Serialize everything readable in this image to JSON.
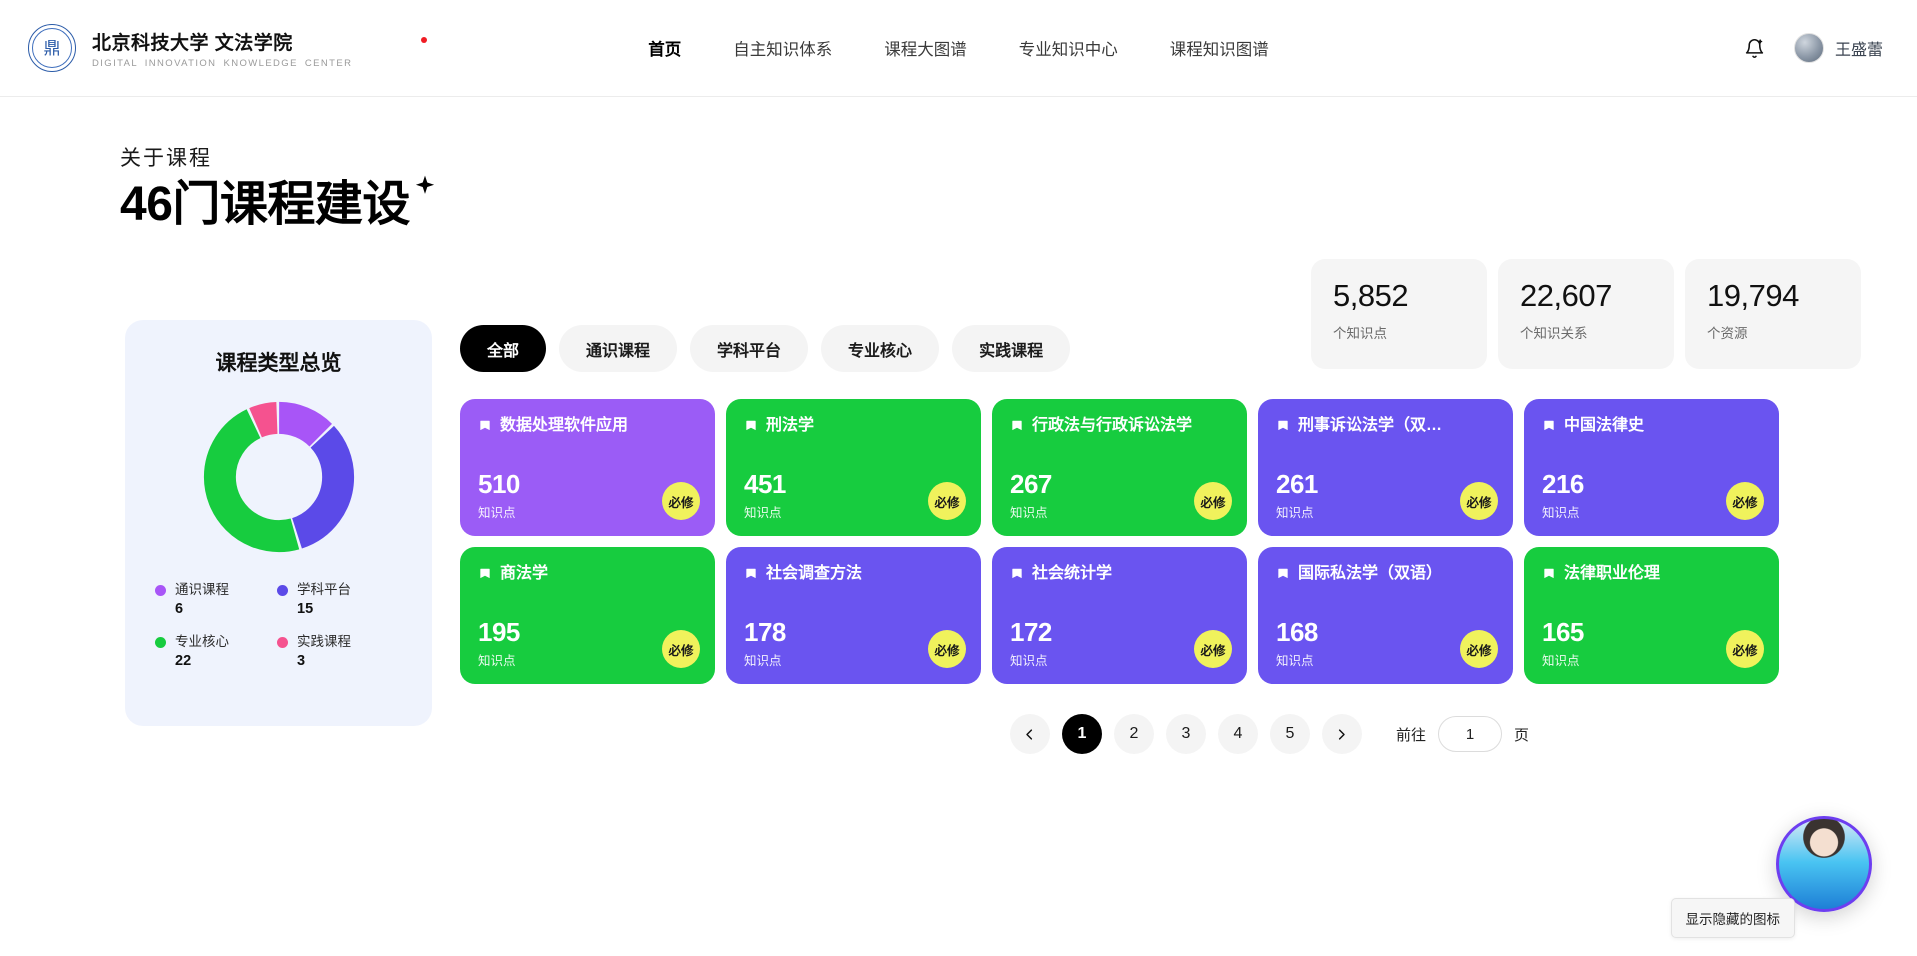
{
  "header": {
    "logo_icon": "university-seal-icon",
    "brand_title": "北京科技大学 文法学院",
    "brand_subtitle": "DIGITAL  INNOVATION  KNOWLEDGE  CENTER",
    "notification_dot": "red-dot",
    "nav": [
      {
        "label": "首页",
        "active": true
      },
      {
        "label": "自主知识体系",
        "active": false
      },
      {
        "label": "课程大图谱",
        "active": false
      },
      {
        "label": "专业知识中心",
        "active": false
      },
      {
        "label": "课程知识图谱",
        "active": false
      }
    ],
    "bell_icon": "notification-bell-icon",
    "avatar_icon": "user-avatar",
    "user_name": "王盛蕾"
  },
  "hero": {
    "kicker": "关于课程",
    "title": "46门课程建设",
    "sparkle_icon": "sparkle-star-icon",
    "stats": [
      {
        "value": "5,852",
        "label": "个知识点"
      },
      {
        "value": "22,607",
        "label": "个知识关系"
      },
      {
        "value": "19,794",
        "label": "个资源"
      }
    ]
  },
  "chart_data": {
    "type": "pie",
    "title": "课程类型总览",
    "categories": [
      "通识课程",
      "学科平台",
      "专业核心",
      "实践课程"
    ],
    "values": [
      6,
      15,
      22,
      3
    ],
    "colors": [
      "#a855f7",
      "#5b4ae8",
      "#17cc3f",
      "#f5528f"
    ],
    "total": 46,
    "legend": "bottom",
    "donut": true
  },
  "filters": {
    "tabs": [
      {
        "label": "全部",
        "active": true
      },
      {
        "label": "通识课程",
        "active": false
      },
      {
        "label": "学科平台",
        "active": false
      },
      {
        "label": "专业核心",
        "active": false
      },
      {
        "label": "实践课程",
        "active": false
      }
    ],
    "search_icon": "search-icon"
  },
  "courses": [
    {
      "title": "数据处理软件应用",
      "count": "510",
      "unit": "知识点",
      "badge": "必修",
      "color": "#9b5cf6",
      "icon": "bookmark-icon"
    },
    {
      "title": "刑法学",
      "count": "451",
      "unit": "知识点",
      "badge": "必修",
      "color": "#17cc3f",
      "icon": "bookmark-icon"
    },
    {
      "title": "行政法与行政诉讼法学",
      "count": "267",
      "unit": "知识点",
      "badge": "必修",
      "color": "#17cc3f",
      "icon": "bookmark-icon"
    },
    {
      "title": "刑事诉讼法学（双…",
      "count": "261",
      "unit": "知识点",
      "badge": "必修",
      "color": "#6a54f0",
      "icon": "bookmark-icon"
    },
    {
      "title": "中国法律史",
      "count": "216",
      "unit": "知识点",
      "badge": "必修",
      "color": "#6a54f0",
      "icon": "bookmark-icon"
    },
    {
      "title": "商法学",
      "count": "195",
      "unit": "知识点",
      "badge": "必修",
      "color": "#17cc3f",
      "icon": "bookmark-icon"
    },
    {
      "title": "社会调查方法",
      "count": "178",
      "unit": "知识点",
      "badge": "必修",
      "color": "#6a54f0",
      "icon": "bookmark-icon"
    },
    {
      "title": "社会统计学",
      "count": "172",
      "unit": "知识点",
      "badge": "必修",
      "color": "#6a54f0",
      "icon": "bookmark-icon"
    },
    {
      "title": "国际私法学（双语）",
      "count": "168",
      "unit": "知识点",
      "badge": "必修",
      "color": "#6a54f0",
      "icon": "bookmark-icon"
    },
    {
      "title": "法律职业伦理",
      "count": "165",
      "unit": "知识点",
      "badge": "必修",
      "color": "#17cc3f",
      "icon": "bookmark-icon"
    }
  ],
  "pagination": {
    "prev_icon": "chevron-left-icon",
    "next_icon": "chevron-right-icon",
    "pages": [
      "1",
      "2",
      "3",
      "4",
      "5"
    ],
    "current_page": "1",
    "jump_label": "前往",
    "jump_value": "1",
    "jump_suffix": "页"
  },
  "assistant": {
    "avatar_icon": "ai-assistant-avatar",
    "tooltip": "显示隐藏的图标"
  }
}
